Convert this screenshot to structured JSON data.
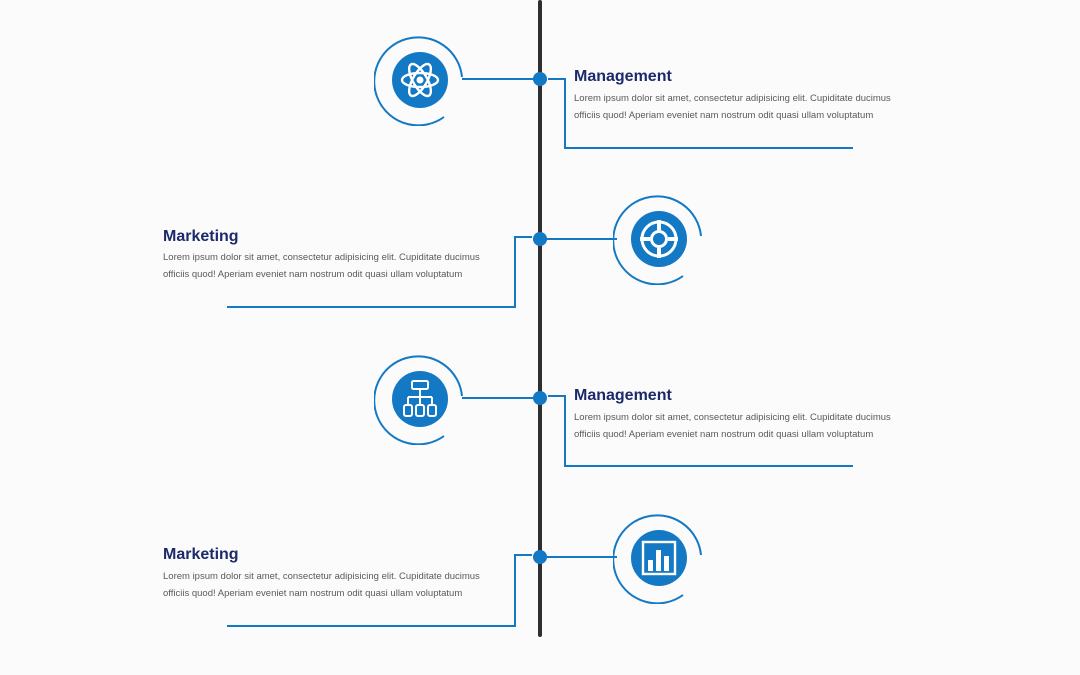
{
  "timeline": {
    "items": [
      {
        "side": "right",
        "title": "Management",
        "text": "Lorem ipsum dolor sit amet, consectetur adipisicing elit. Cupiditate ducimus officiis quod! Aperiam eveniet nam nostrum odit quasi ullam voluptatum",
        "icon": "atom-icon"
      },
      {
        "side": "left",
        "title": "Marketing",
        "text": "Lorem ipsum dolor sit amet, consectetur adipisicing elit. Cupiditate ducimus officiis quod! Aperiam eveniet nam nostrum odit quasi ullam voluptatum",
        "icon": "lifebuoy-icon"
      },
      {
        "side": "right",
        "title": "Management",
        "text": "Lorem ipsum dolor sit amet, consectetur adipisicing elit. Cupiditate ducimus officiis quod! Aperiam eveniet nam nostrum odit quasi ullam voluptatum",
        "icon": "org-chart-icon"
      },
      {
        "side": "left",
        "title": "Marketing",
        "text": "Lorem ipsum dolor sit amet, consectetur adipisicing elit. Cupiditate ducimus officiis quod! Aperiam eveniet nam nostrum odit quasi ullam voluptatum",
        "icon": "bar-chart-icon"
      }
    ]
  },
  "colors": {
    "accent": "#1479c4",
    "spine": "#2e2e2e",
    "title": "#1c2a6b",
    "text": "#5a5a5a"
  }
}
